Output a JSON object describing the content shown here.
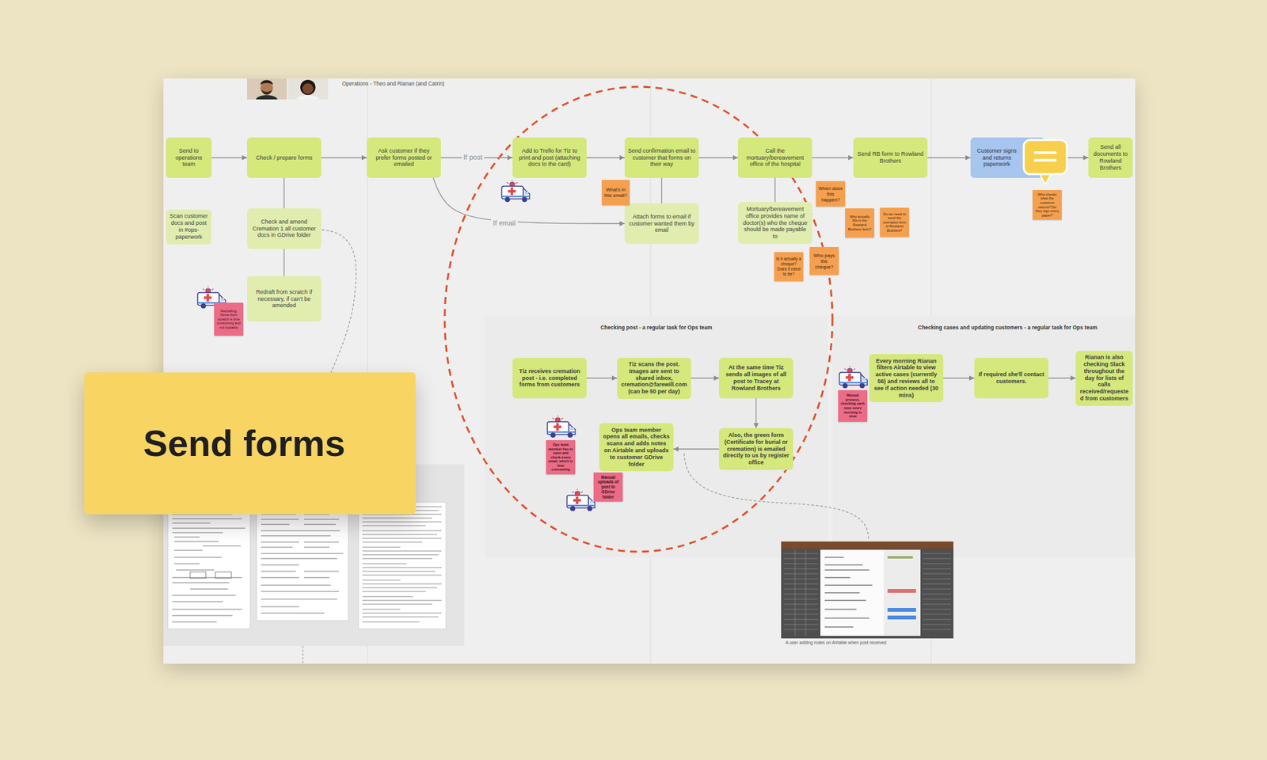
{
  "diagram": {
    "nodes": [
      {
        "text": [
          "Send to operations team"
        ]
      },
      {
        "text": [
          "Check / prepare forms"
        ]
      },
      {
        "text": [
          "Ask customer if they prefer forms posted or emailed"
        ]
      },
      {
        "text": [
          "Add to Trello for Tiz to print and post (attaching docs to the card)"
        ]
      },
      {
        "text": [
          "Send confirmation email to customer that forms on their way"
        ]
      },
      {
        "text": [
          "Call the mortuary/bereavement office of the hospital"
        ]
      },
      {
        "text": [
          "Send RB form to Rowland Brothers"
        ]
      },
      {
        "text": [
          "Customer signs and returns paperwork"
        ]
      },
      {
        "text": [
          "Send all documents to Rowland Brothers"
        ]
      },
      {
        "text": [
          "Scan customer docs and post in #ops-paperwork"
        ]
      },
      {
        "text": [
          "Check and amend Cremation 1 all customer docs in GDrive folder"
        ]
      },
      {
        "text": [
          "Redraft from scratch if necessary, if can't be amended"
        ]
      },
      {
        "text": [
          "Attach forms to email if customer wanted them by email"
        ]
      },
      {
        "text": [
          "Mortuary/bereavement office provides name of doctor(s) who the cheque should be made payable to"
        ]
      },
      {
        "text": [
          "Checking post - a regular task for Ops team"
        ]
      },
      {
        "text": [
          "Tiz receives cremation post - i.e. completed forms from customers"
        ],
        "in": 14
      },
      {
        "text": [
          "Tiz scans the post. Images are sent to shared inbox, cremation@farewill.com (can be 50 per day)"
        ],
        "in": 14
      },
      {
        "text": [
          "At the same time Tiz sends all images of all post to Tracey at Rowland Brothers"
        ],
        "in": 14
      },
      {
        "text": [
          "Also, the green form (Certificate for burial or cremation) is emailed directly to us by register office"
        ],
        "in": 14
      },
      {
        "text": [
          "Ops team member opens all emails, checks scans and adds notes on Airtable and uploads to customer GDrive folder"
        ],
        "in": 14
      },
      {
        "text": [
          "Checking cases and updating customers - a regular task for Ops team"
        ]
      },
      {
        "text": [
          "Every morning Rianan filters Airtable to view active cases (currently 56) and reviews all to see if action needed (30 mins)"
        ],
        "in": 20
      },
      {
        "text": [
          "If required she'll contact customers."
        ],
        "in": 20
      },
      {
        "text": [
          "Rianan is also checking Slack throughout the day for lists of calls received/requested from customers"
        ],
        "in": 20
      },
      {
        "text": [
          "What's in this email?"
        ]
      },
      {
        "text": [
          "When does this happen?"
        ]
      },
      {
        "text": [
          "Is it actually a cheque? Does it need to be?"
        ]
      },
      {
        "text": [
          "Who pays the cheque?"
        ]
      },
      {
        "text": [
          "Who actually fills in the Rowland Brothers form?"
        ]
      },
      {
        "text": [
          "Do we need to send the cremation form to Rowland Brothers?"
        ]
      },
      {
        "text": [
          "Who checks what the customer returns? Do they sign every paper?"
        ]
      },
      {
        "text": [
          "Redrafting forms from scratch is time consuming and not scalable"
        ]
      },
      {
        "text": [
          "Ops team member has to open and check every email, which is time consuming"
        ],
        "in": 14
      },
      {
        "text": [
          "Manual uploads of post to GDrive folder"
        ],
        "in": 14
      },
      {
        "text": [
          "Manual process, checking each case every morning is slow"
        ],
        "in": 20
      },
      {
        "text": [
          "Send forms"
        ]
      }
    ],
    "edges": [
      {
        "from": 0,
        "to": 1,
        "arrow": "to"
      },
      {
        "from": 1,
        "to": 2,
        "arrow": "to"
      },
      {
        "from": 2,
        "to": 3,
        "label": "If post",
        "arrow": "to"
      },
      {
        "from": 2,
        "to": 12,
        "label": "If email",
        "arrow": "to"
      },
      {
        "from": 3,
        "to": 4,
        "arrow": "to"
      },
      {
        "from": 4,
        "to": 5,
        "arrow": "to"
      },
      {
        "from": 5,
        "to": 6,
        "arrow": "to"
      },
      {
        "from": 6,
        "to": 7,
        "arrow": "to"
      },
      {
        "from": 7,
        "to": 8,
        "arrow": "to"
      },
      {
        "from": 1,
        "to": 10,
        "arrow": "none"
      },
      {
        "from": 10,
        "to": 11,
        "arrow": "none"
      },
      {
        "from": 4,
        "to": 12,
        "arrow": "none"
      },
      {
        "from": 5,
        "to": 13,
        "arrow": "none"
      },
      {
        "from": 15,
        "to": 16,
        "arrow": "to"
      },
      {
        "from": 16,
        "to": 17,
        "arrow": "to"
      },
      {
        "from": 17,
        "to": 18,
        "arrow": "to"
      },
      {
        "from": 18,
        "to": 19,
        "arrow": "to"
      },
      {
        "from": 21,
        "to": 22,
        "arrow": "to"
      },
      {
        "from": 22,
        "to": 23,
        "arrow": "to"
      }
    ],
    "labels": [
      "Operations - Theo and Rianan (and Catrin)",
      "A user adding notes on Airtable when post received"
    ]
  }
}
